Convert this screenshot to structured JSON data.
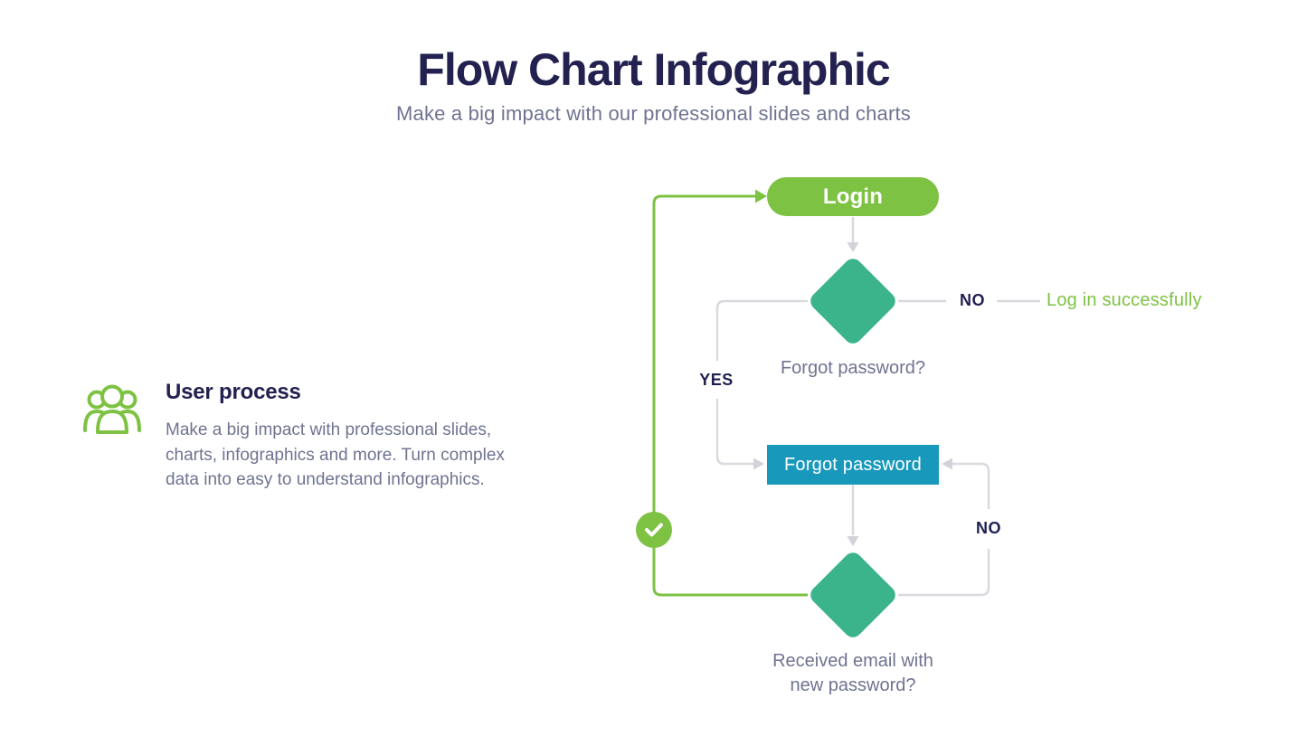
{
  "page": {
    "title": "Flow Chart Infographic",
    "subtitle": "Make a big impact with our professional slides and charts"
  },
  "feature": {
    "icon": "users-group-icon",
    "heading": "User process",
    "body": "Make a big impact with professional slides, charts, infographics and more. Turn complex data into easy to understand infographics."
  },
  "flowchart": {
    "nodes": {
      "login": {
        "type": "start",
        "label": "Login",
        "color": "#7DC243"
      },
      "decision1": {
        "type": "decision",
        "question": "Forgot password?",
        "color": "#3CB48B"
      },
      "forgot_password": {
        "type": "process",
        "label": "Forgot password",
        "color": "#1899BC"
      },
      "decision2": {
        "type": "decision",
        "question_line1": "Received email with",
        "question_line2": "new password?",
        "color": "#3CB48B"
      }
    },
    "branch_labels": {
      "decision1_yes": "YES",
      "decision1_no": "NO",
      "decision2_no": "NO"
    },
    "outcome": "Log in successfully",
    "success_icon": "check-icon"
  },
  "colors": {
    "accent_green": "#7DC243",
    "diamond_teal": "#3CB48B",
    "process_cyan": "#1899BC",
    "navy": "#222150",
    "text_gray": "#6F7390",
    "line_gray": "#D9DADF",
    "background": "#FFFFFF"
  }
}
